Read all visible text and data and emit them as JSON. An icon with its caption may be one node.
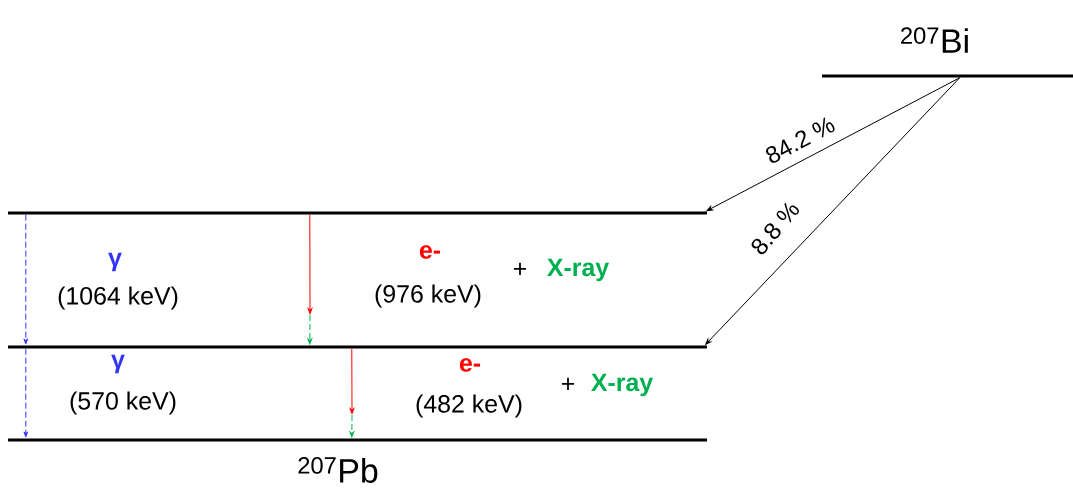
{
  "diagram": {
    "nodes": [
      {
        "text": [
          "$^{207}$Bi"
        ]
      },
      {
        "text": [],
        "shape": "bar"
      },
      {
        "text": [],
        "shape": "bar"
      },
      {
        "text": [
          "$^{207}$Pb"
        ]
      }
    ],
    "edges": [
      {
        "from": 0,
        "to": 1,
        "arrow": "to",
        "label": "84.2 %"
      },
      {
        "from": 0,
        "to": 2,
        "arrow": "to",
        "label": "8.8 %"
      },
      {
        "from": 1,
        "to": 2,
        "arrow": "to",
        "style": "dashed",
        "color": "#3333ff"
      },
      {
        "from": 2,
        "to": 3,
        "arrow": "to",
        "style": "dashed",
        "color": "#3333ff"
      },
      {
        "from": 1,
        "to": null,
        "arrow": "to",
        "color": "#ff0000"
      },
      {
        "from": null,
        "to": 2,
        "arrow": "to",
        "style": "dashed",
        "color": "#00b050"
      },
      {
        "from": 2,
        "to": null,
        "arrow": "to",
        "color": "#ff0000"
      },
      {
        "from": null,
        "to": 3,
        "arrow": "to",
        "style": "dashed",
        "color": "#00b050"
      }
    ],
    "labels": [
      "γ",
      "(1064 keV)",
      "e-",
      "(976 keV)",
      "+",
      "X-ray",
      "γ",
      "(570 keV)",
      "e-",
      "(482 keV)",
      "+",
      "X-ray"
    ]
  }
}
